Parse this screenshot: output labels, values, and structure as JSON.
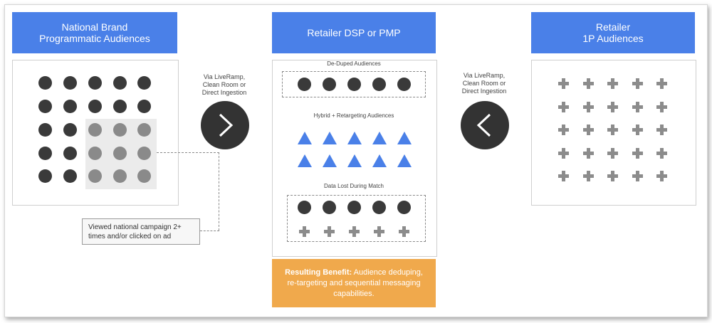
{
  "columns": {
    "national_brand": {
      "title": "National Brand\nProgrammatic Audiences"
    },
    "retailer_dsp": {
      "title": "Retailer DSP or PMP"
    },
    "retailer_1p": {
      "title": "Retailer\n1P Audiences"
    }
  },
  "connectors": {
    "left": {
      "text": "Via LiveRamp,\nClean Room or\nDirect Ingestion",
      "icon": "chevron-right-icon"
    },
    "right": {
      "text": "Via LiveRamp,\nClean Room or\nDirect Ingestion",
      "icon": "chevron-left-icon"
    }
  },
  "sections": {
    "deduped": "De-Duped Audiences",
    "hybrid": "Hybrid + Retargeting Audiences",
    "lost": "Data Lost During Match"
  },
  "callout": {
    "text": "Viewed national campaign 2+ times and/or clicked on ad"
  },
  "benefit": {
    "label": "Resulting Benefit:",
    "text": " Audience deduping, re-targeting and sequential messaging capabilities."
  },
  "colors": {
    "blue": "#4a80e8",
    "orange": "#f0a94c",
    "dark": "#3a3a3a",
    "gray": "#8c8c8c"
  }
}
